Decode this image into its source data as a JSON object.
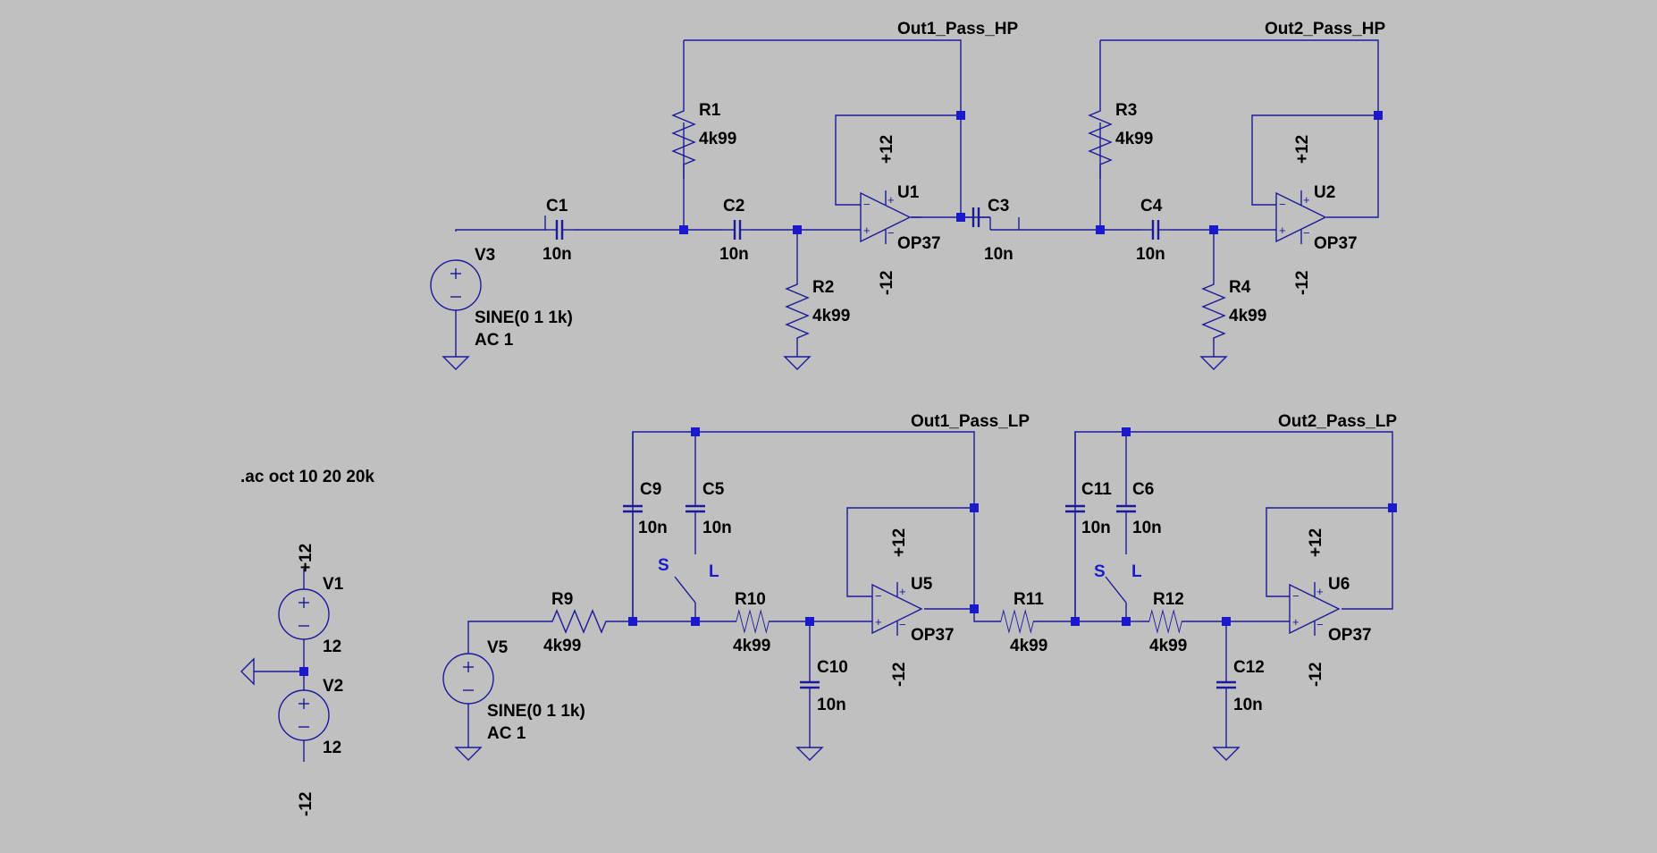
{
  "directive": ".ac oct 10 20 20k",
  "nets": {
    "out1_hp": "Out1_Pass_HP",
    "out2_hp": "Out2_Pass_HP",
    "out1_lp": "Out1_Pass_LP",
    "out2_lp": "Out2_Pass_LP",
    "pos": "+12",
    "neg": "-12"
  },
  "components": {
    "r1": {
      "name": "R1",
      "value": "4k99"
    },
    "r2": {
      "name": "R2",
      "value": "4k99"
    },
    "r3": {
      "name": "R3",
      "value": "4k99"
    },
    "r4": {
      "name": "R4",
      "value": "4k99"
    },
    "r9": {
      "name": "R9",
      "value": "4k99"
    },
    "r10": {
      "name": "R10",
      "value": "4k99"
    },
    "r11": {
      "name": "R11",
      "value": "4k99"
    },
    "r12": {
      "name": "R12",
      "value": "4k99"
    },
    "c1": {
      "name": "C1",
      "value": "10n"
    },
    "c2": {
      "name": "C2",
      "value": "10n"
    },
    "c3": {
      "name": "C3",
      "value": "10n"
    },
    "c4": {
      "name": "C4",
      "value": "10n"
    },
    "c5": {
      "name": "C5",
      "value": "10n"
    },
    "c6": {
      "name": "C6",
      "value": "10n"
    },
    "c9": {
      "name": "C9",
      "value": "10n"
    },
    "c10": {
      "name": "C10",
      "value": "10n"
    },
    "c11": {
      "name": "C11",
      "value": "10n"
    },
    "c12": {
      "name": "C12",
      "value": "10n"
    },
    "u1": {
      "name": "U1",
      "model": "OP37"
    },
    "u2": {
      "name": "U2",
      "model": "OP37"
    },
    "u5": {
      "name": "U5",
      "model": "OP37"
    },
    "u6": {
      "name": "U6",
      "model": "OP37"
    },
    "v1": {
      "name": "V1",
      "value": "12"
    },
    "v2": {
      "name": "V2",
      "value": "12"
    },
    "v3": {
      "name": "V3",
      "line1": "SINE(0 1 1k)",
      "line2": "AC 1"
    },
    "v5": {
      "name": "V5",
      "line1": "SINE(0 1 1k)",
      "line2": "AC 1"
    }
  },
  "switch": {
    "s": "S",
    "l": "L"
  }
}
